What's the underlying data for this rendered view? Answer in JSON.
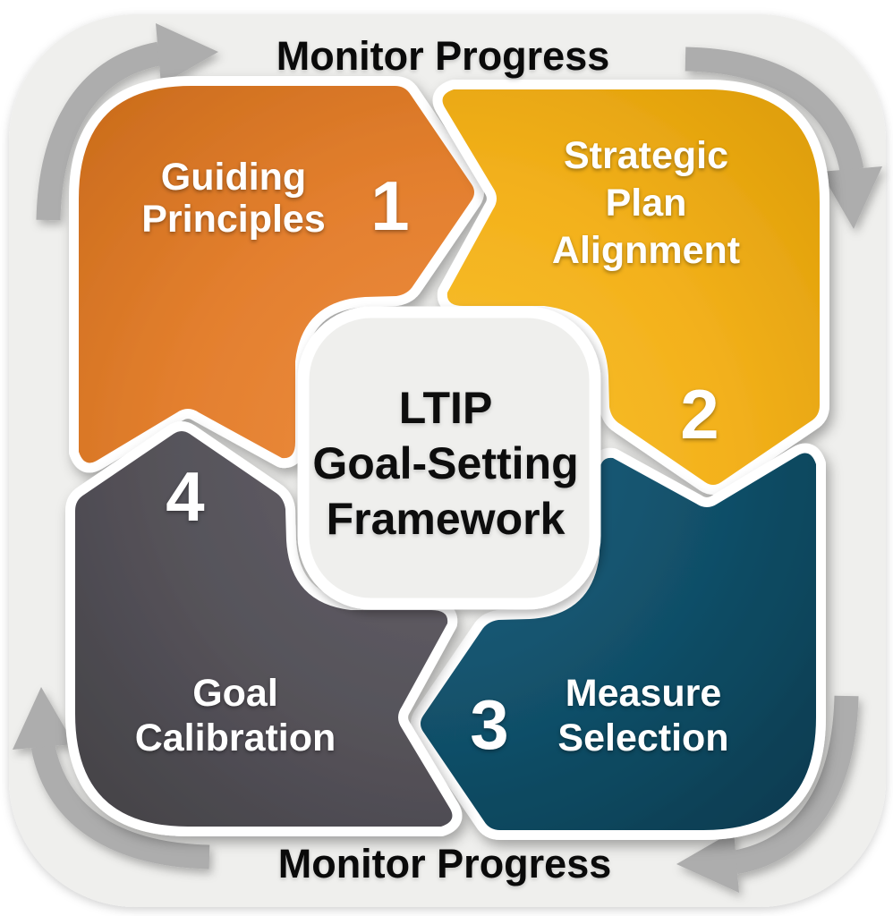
{
  "title": "LTIP Goal-Setting Framework",
  "monitor_progress": {
    "top": "Monitor Progress",
    "bottom": "Monitor Progress"
  },
  "center": {
    "line1": "LTIP",
    "line2": "Goal-Setting",
    "line3": "Framework"
  },
  "quadrants": [
    {
      "number": "1",
      "label_line1": "Guiding",
      "label_line2": "Principles",
      "position": "top-left",
      "color": "#E37F2E",
      "color_light": "#EF9044",
      "color_dark": "#C96B1B"
    },
    {
      "number": "2",
      "label_line1": "Strategic",
      "label_line2": "Plan",
      "label_line3": "Alignment",
      "position": "top-right",
      "color": "#F3B11C",
      "color_light": "#F9C433",
      "color_dark": "#DC9C07"
    },
    {
      "number": "3",
      "label_line1": "Measure",
      "label_line2": "Selection",
      "position": "bottom-right",
      "color": "#114F68",
      "color_light": "#1A6384",
      "color_dark": "#0A3A4E"
    },
    {
      "number": "4",
      "label_line1": "Goal",
      "label_line2": "Calibration",
      "position": "bottom-left",
      "color": "#56535A",
      "color_light": "#656269",
      "color_dark": "#434146"
    }
  ],
  "colors": {
    "card_background": "#EFEFED",
    "ring_white": "#FFFFFF",
    "arrow_gray": "#ADADAD",
    "quadrant_text": "#FFFFFF",
    "center_text": "#0D0D0D",
    "monitor_text": "#0A0A0A"
  }
}
